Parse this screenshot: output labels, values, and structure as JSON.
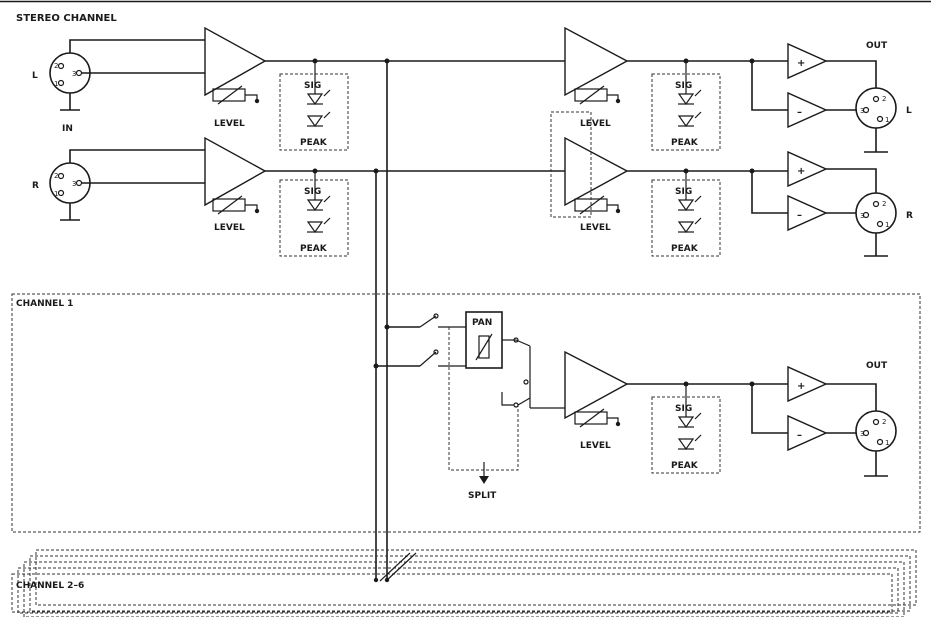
{
  "title": "STEREO CHANNEL",
  "labels": {
    "in": "IN",
    "out": "OUT",
    "left": "L",
    "right": "R",
    "level": "LEVEL",
    "sig": "SIG",
    "peak": "PEAK",
    "pan": "PAN",
    "split": "SPLIT",
    "plus": "+",
    "minus": "–",
    "pin1": "1",
    "pin2": "2",
    "pin3": "3"
  },
  "channel1": {
    "title": "CHANNEL 1"
  },
  "channels_rest": {
    "title": "CHANNEL 2–6"
  },
  "colors": {
    "line": "#1a1a1a",
    "background": "#ffffff"
  }
}
